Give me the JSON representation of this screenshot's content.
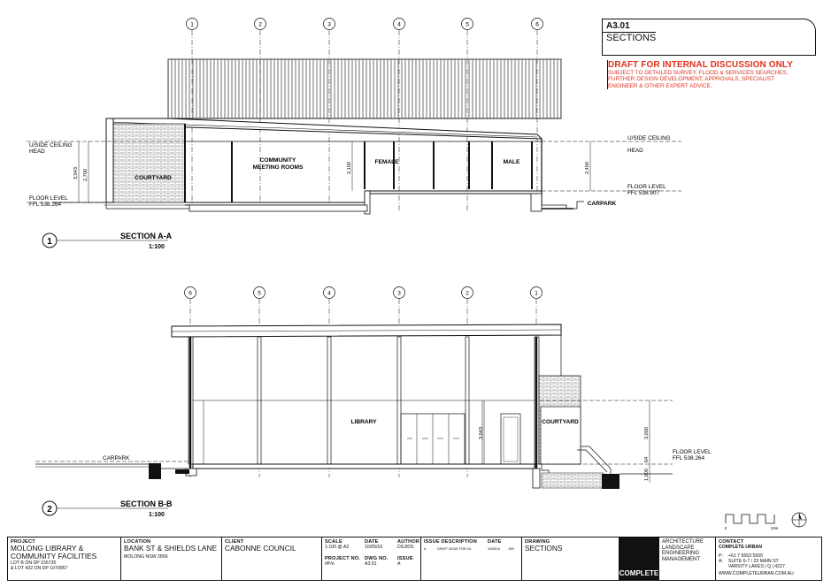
{
  "sheet": {
    "number": "A3.01",
    "title": "SECTIONS"
  },
  "draft_notice": {
    "heading": "DRAFT FOR INTERNAL DISCUSSION ONLY",
    "body_lines": [
      "SUBJECT TO DETAILED SURVEY, FLOOD & SERVICES SEARCHES,",
      "FURTHER DESIGN DEVELOPMENT, APPROVALS, SPECIALIST",
      "ENGINEER & OTHER EXPERT ADVICE."
    ]
  },
  "section_a": {
    "grid_labels": [
      "1",
      "2",
      "3",
      "4",
      "5",
      "6"
    ],
    "marker": "1",
    "title": "SECTION A-A",
    "scale": "1:100",
    "rooms": {
      "courtyard": "COURTYARD",
      "community_line1": "COMMUNITY",
      "community_line2": "MEETING ROOMS",
      "female": "FEMALE",
      "male": "MALE"
    },
    "left_levels": {
      "ceiling_line1": "U/SIDE CEILING",
      "ceiling_line2": "HEAD",
      "floor_line1": "FLOOR LEVEL",
      "floor_line2": "FFL 538.264"
    },
    "right_levels": {
      "ceiling_line1": "U/SIDE CEILING",
      "ceiling_line2": "HEAD",
      "floor_line1": "FLOOR LEVEL",
      "floor_line2": "FFL 538.907"
    },
    "dims": {
      "overall": "3,043",
      "ceiling": "2,700",
      "wet_ceiling": "2,100",
      "right_head": "2,400"
    },
    "carpark": "CARPARK"
  },
  "section_b": {
    "grid_labels": [
      "6",
      "5",
      "4",
      "3",
      "2",
      "1"
    ],
    "marker": "2",
    "title": "SECTION B-B",
    "scale": "1:100",
    "rooms": {
      "library": "LIBRARY",
      "courtyard": "COURTYARD"
    },
    "dims": {
      "height": "3,043",
      "courtyard_wall": "3,000",
      "step": "64",
      "base": "1,000"
    },
    "floor_line1": "FLOOR LEVEL",
    "floor_line2": "FFL 538.264",
    "carpark": "CARPARK"
  },
  "scale_bar": {
    "start": "0",
    "end": "10m"
  },
  "title_block": {
    "project_label": "PROJECT",
    "project_name_line1": "MOLONG LIBRARY &",
    "project_name_line2": "COMMUNITY FACILITIES",
    "project_lot_line1": "LOT B ON DP 155735",
    "project_lot_line2": "& LOT 432 ON DP 1070957",
    "location_label": "LOCATION",
    "location_line1": "BANK ST & SHIELDS LANE",
    "location_line2": "MOLONG NSW 2866",
    "client_label": "CLIENT",
    "client_name": "CABONNE COUNCIL",
    "scale_label": "SCALE",
    "scale_value": "1:100 @ A3",
    "date_label": "DATE",
    "date_value": "16/05/16",
    "author_label": "AUTHOR",
    "author_value": "DSJ/DS",
    "project_no_label": "PROJECT NO.",
    "project_no_value": "#P/n",
    "dwg_no_label": "DWG NO.",
    "dwg_no_value": "A3.01",
    "issue_label": "ISSUE",
    "issue_value": "A",
    "issue_desc_label": "ISSUE DESCRIPTION",
    "issue_row_letter": "A",
    "issue_row_desc": "DRAFT ISSUE FOR DA",
    "issue_date_label": "DATE",
    "issue_row_date": "16/05/16",
    "issue_row_initials": "JDB",
    "drawing_label": "DRAWING",
    "drawing_value": "SECTIONS",
    "logo_text": "COMPLETE",
    "services_line1": "ARCHITECTURE",
    "services_line2": "LANDSCAPE",
    "services_line3": "ENGINEERING",
    "services_line4": "MANAGEMENT",
    "contact_label": "CONTACT",
    "contact_company": "COMPLETE URBAN",
    "contact_p_label": "P:",
    "contact_p_value": "+61 7 5553 5555",
    "contact_a_label": "A:",
    "contact_a_line1": "SUITE 6-7 / 23 MAIN ST",
    "contact_a_line2": "VARSITY LAKES | Q | 4227",
    "contact_web": "WWW.COMPLETEURBAN.COM.AU"
  },
  "colors": {
    "draft_red": "#e0321f",
    "line": "#111111",
    "brick": "#9a9a9a"
  }
}
